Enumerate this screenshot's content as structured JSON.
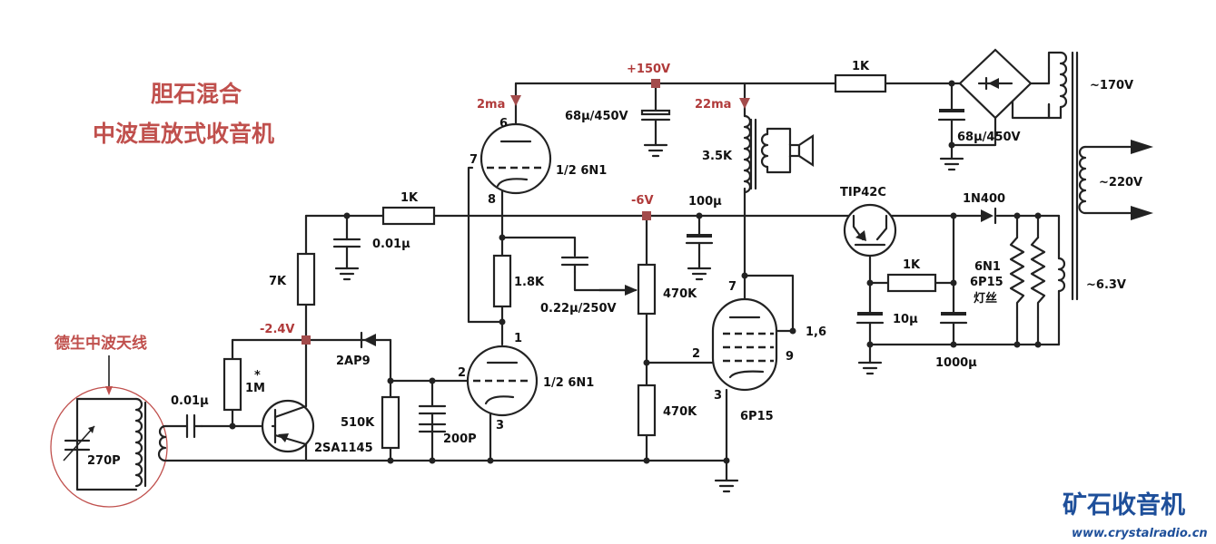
{
  "title": {
    "line1": "胆石混合",
    "line2": "中波直放式收音机"
  },
  "antenna": {
    "label": "德生中波天线",
    "capacitor": "270P"
  },
  "voltages": {
    "b_plus": "+150V",
    "bias": "-6V",
    "base": "-2.4V"
  },
  "currents": {
    "v1_plate": "2ma",
    "v3_plate": "22ma"
  },
  "components": {
    "c_in": "0.01μ",
    "r_bias": "1M",
    "r_bias_mark": "*",
    "transistor": "2SA1145",
    "r_collector": "7K",
    "c_dec": "0.01μ",
    "r_dec": "1K",
    "diode": "2AP9",
    "r_grid": "510K",
    "c_grid": "200P",
    "r_plate": "1.8K",
    "c_couple": "0.22μ/250V",
    "pot": "470K",
    "r_ground": "470K",
    "c_bplus": "68μ/450V",
    "c_bias": "100μ",
    "transformer": "3.5K",
    "r_ps": "1K",
    "c_ps": "68μ/450V",
    "regulator": "TIP42C",
    "r_reg": "1K",
    "c_reg": "10μ",
    "c_fil": "1000μ",
    "rectifier": "1N400"
  },
  "tubes": {
    "v1": {
      "name": "1/2  6N1",
      "pin_plate": "6",
      "pin_grid": "7",
      "pin_cathode": "8"
    },
    "v2": {
      "name": "1/2  6N1",
      "pin_plate": "1",
      "pin_grid": "2",
      "pin_cathode": "3"
    },
    "v3": {
      "name": "6P15",
      "pin_plate": "7",
      "pin_g1": "2",
      "pin_cathode": "3",
      "pin_g2": "1,6",
      "pin_g3": "9"
    }
  },
  "filaments": {
    "line1": "6N1",
    "line2": "6P15",
    "line3": "灯丝"
  },
  "transformer_taps": {
    "hv": "~170V",
    "mains": "~220V",
    "fil": "~6.3V"
  },
  "brand": {
    "name": "矿石收音机",
    "url": "www.crystalradio.cn"
  },
  "colors": {
    "title": "#c0504d",
    "annotation": "#b03a3a",
    "brand": "#1e4f9a"
  }
}
